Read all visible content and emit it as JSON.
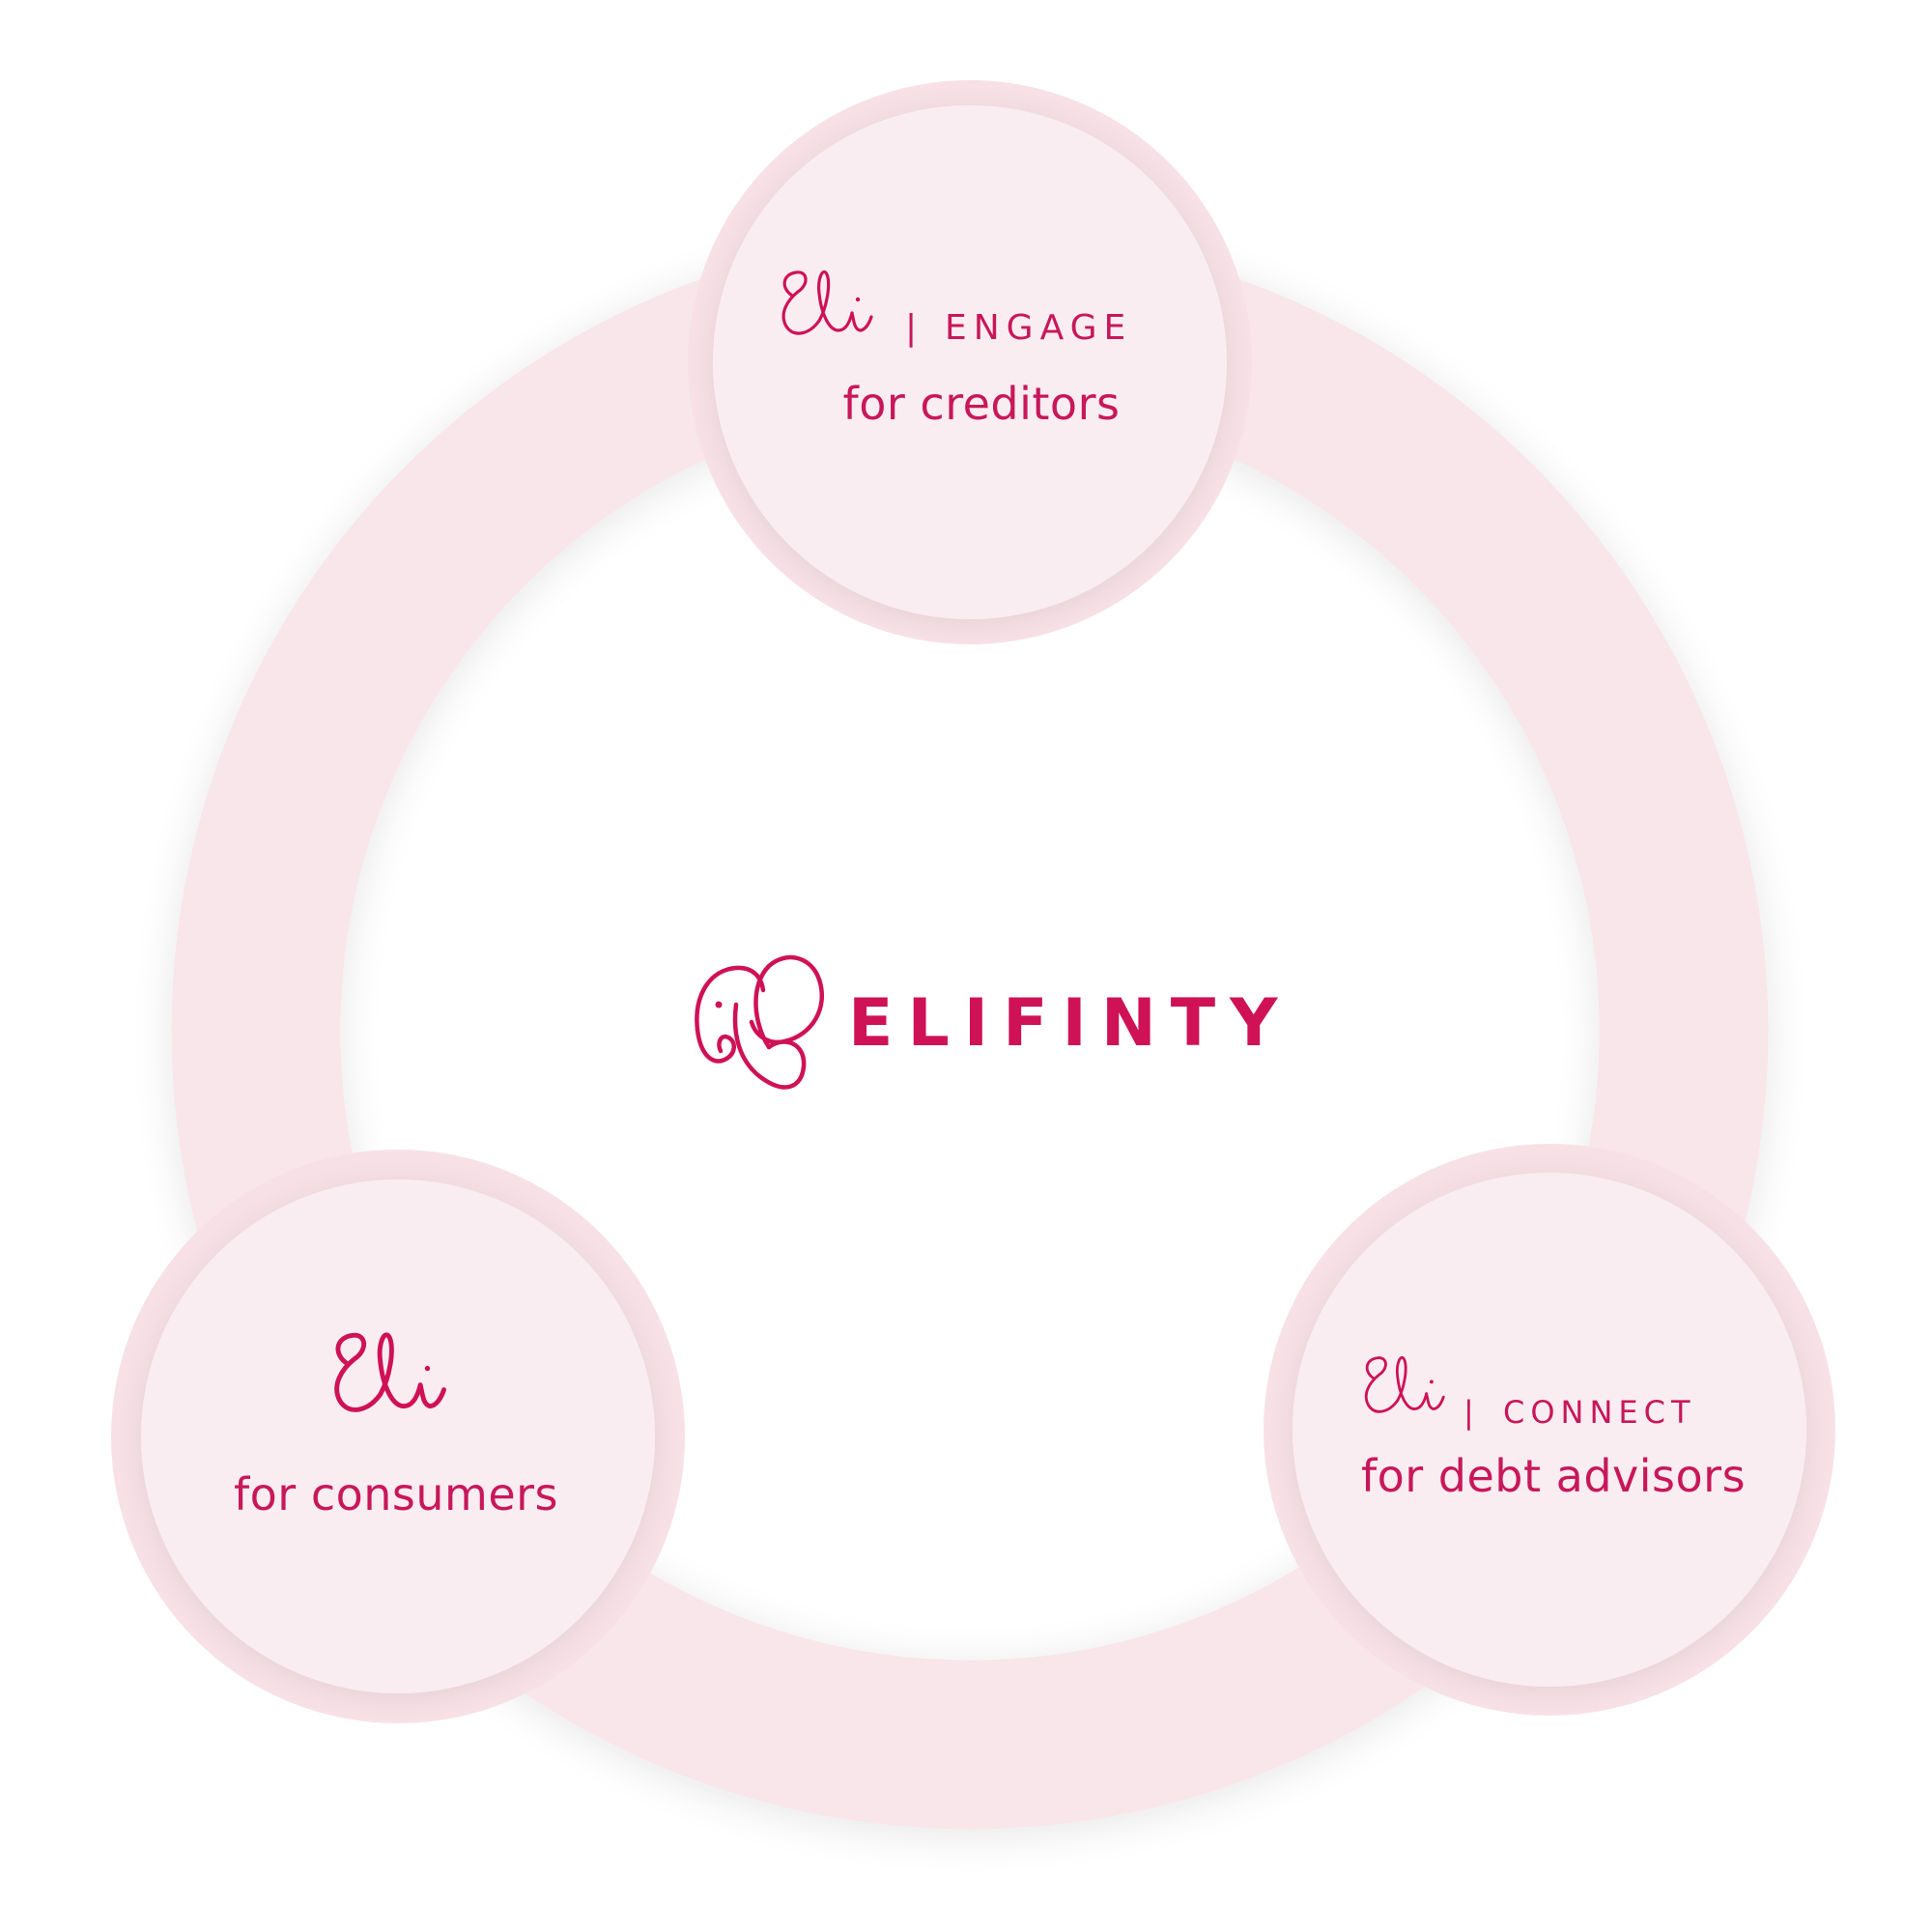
{
  "center": {
    "brand_name": "ELIFINTY",
    "logo_icon": "elephant-logo-icon"
  },
  "nodes": [
    {
      "id": "creditors",
      "mark": "Eli",
      "separator": "|",
      "product": "ENGAGE",
      "label": "for creditors"
    },
    {
      "id": "consumers",
      "mark": "Eli",
      "label": "for consumers"
    },
    {
      "id": "debt-advisors",
      "mark": "Eli",
      "separator": "|",
      "product": "CONNECT",
      "label": "for debt advisors"
    }
  ],
  "colors": {
    "accent": "#cf1156",
    "ring": "#f8e6eb",
    "node_fill": "#faedf1",
    "node_halo": "#f7e1e7"
  }
}
